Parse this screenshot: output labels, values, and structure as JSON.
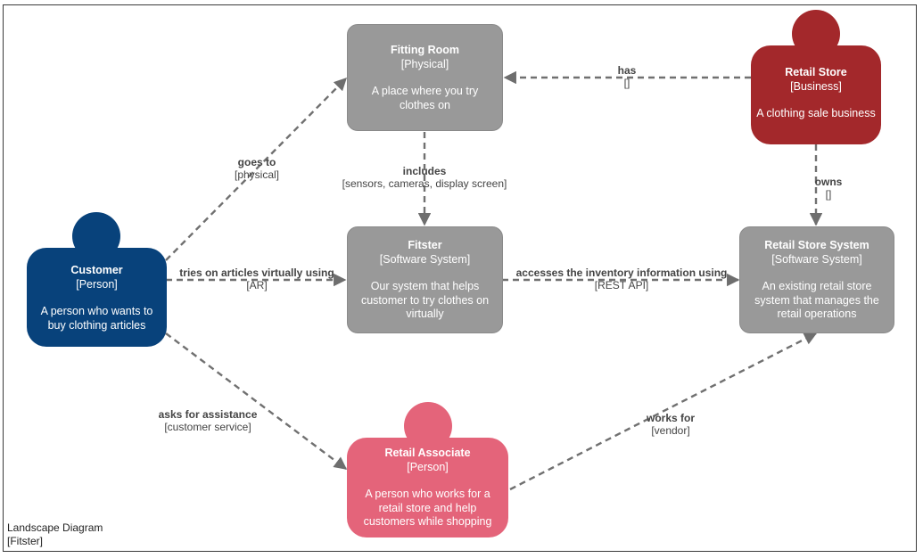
{
  "diagram": {
    "caption_title": "Landscape Diagram",
    "caption_subtitle": "[Fitster]",
    "colors": {
      "person_internal": "#08427b",
      "person_external": "#e4647a",
      "business": "#a3282b",
      "system": "#999999",
      "edge": "#707070"
    },
    "nodes": {
      "fitting_room": {
        "title": "Fitting Room",
        "type": "[Physical]",
        "desc": "A place where you try clothes on"
      },
      "retail_store": {
        "title": "Retail Store",
        "type": "[Business]",
        "desc": "A clothing sale business"
      },
      "customer": {
        "title": "Customer",
        "type": "[Person]",
        "desc": "A person who wants to buy clothing articles"
      },
      "fitster": {
        "title": "Fitster",
        "type": "[Software System]",
        "desc": "Our system that helps customer to try clothes on virtually"
      },
      "retail_store_system": {
        "title": "Retail Store System",
        "type": "[Software System]",
        "desc": "An existing retail store system that manages the retail operations"
      },
      "retail_associate": {
        "title": "Retail Associate",
        "type": "[Person]",
        "desc": "A person who works for a retail store and help customers while shopping"
      }
    },
    "edges": {
      "has": {
        "label": "has",
        "tech": "[]"
      },
      "goes_to": {
        "label": "goes to",
        "tech": "[physical]"
      },
      "includes": {
        "label": "includes",
        "tech": "[sensors, cameras, display screen]"
      },
      "owns": {
        "label": "owns",
        "tech": "[]"
      },
      "tries_on": {
        "label": "tries on articles virtually using",
        "tech": "[AR]"
      },
      "accesses": {
        "label": "accesses the inventory information using",
        "tech": "[REST API]"
      },
      "asks": {
        "label": "asks for assistance",
        "tech": "[customer service]"
      },
      "works_for": {
        "label": "works for",
        "tech": "[vendor]"
      }
    }
  }
}
